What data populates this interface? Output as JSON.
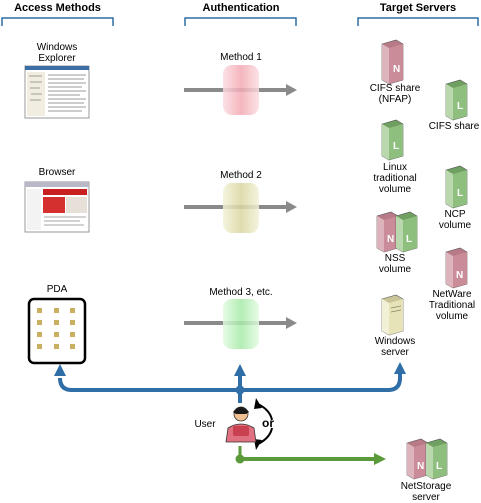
{
  "headers": {
    "access": "Access Methods",
    "auth": "Authentication",
    "servers": "Target Servers"
  },
  "access_methods": {
    "windows_explorer": [
      "Windows",
      "Explorer"
    ],
    "browser": "Browser",
    "pda": "PDA"
  },
  "auth_methods": [
    "Method 1",
    "Method 2",
    "Method 3, etc."
  ],
  "servers": {
    "cifs_nfap": [
      "CIFS share",
      "(NFAP)"
    ],
    "cifs": "CIFS share",
    "linux": [
      "Linux",
      "traditional",
      "volume"
    ],
    "ncp": [
      "NCP",
      "volume"
    ],
    "nss": [
      "NSS",
      "volume"
    ],
    "netware": [
      "NetWare",
      "Traditional",
      "volume"
    ],
    "windows": [
      "Windows",
      "server"
    ],
    "netstorage": [
      "NetStorage",
      "server"
    ]
  },
  "user": {
    "label": "User",
    "or": "or"
  },
  "colors": {
    "blue_arrow": "#2f6ea6",
    "green_arrow": "#5a9a3a",
    "gray_arrow": "#8a8a8a",
    "method1": "#f4b7bf",
    "method2": "#e4e2b4",
    "method3": "#b9efb9",
    "server_red": "#c98c98",
    "server_green": "#8fbf7f",
    "server_beige": "#e6e3b8"
  },
  "icons": {
    "windows_explorer": "window-screenshot-icon",
    "browser": "browser-screenshot-icon",
    "pda": "pda-icon",
    "server": "server-tower-icon",
    "user": "user-person-icon"
  }
}
